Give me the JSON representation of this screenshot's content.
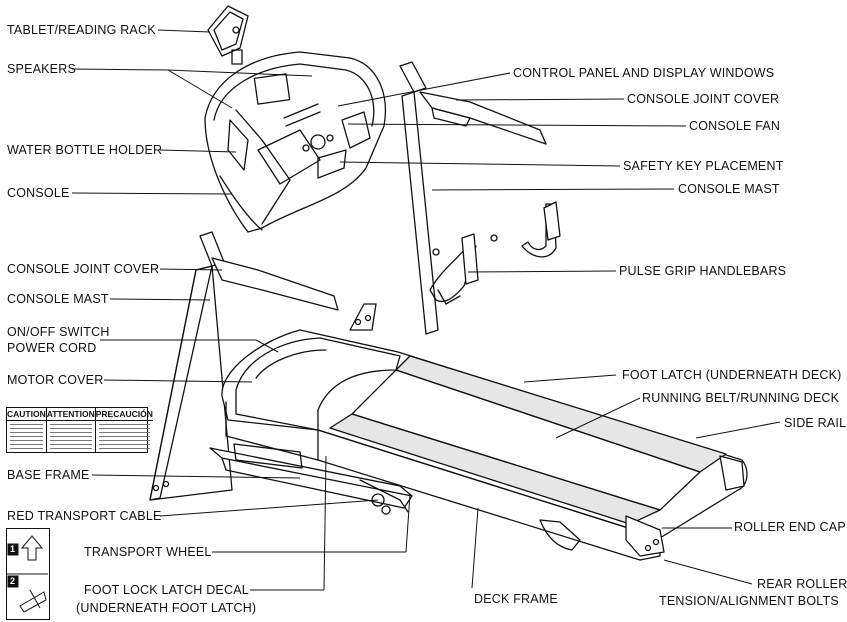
{
  "labels": {
    "tablet_rack": "TABLET/READING RACK",
    "speakers": "SPEAKERS",
    "water_bottle": "WATER BOTTLE HOLDER",
    "console": "CONSOLE",
    "console_joint_cover_left": "CONSOLE JOINT COVER",
    "console_mast_left": "CONSOLE MAST",
    "onoff_switch": "ON/OFF SWITCH",
    "power_cord": "POWER CORD",
    "motor_cover": "MOTOR COVER",
    "base_frame": "BASE FRAME",
    "red_transport_cable": "RED TRANSPORT CABLE",
    "transport_wheel": "TRANSPORT WHEEL",
    "foot_lock_decal": "FOOT LOCK LATCH DECAL",
    "foot_lock_decal_sub": "(UNDERNEATH FOOT LATCH)",
    "control_panel": "CONTROL PANEL AND DISPLAY WINDOWS",
    "console_joint_cover_right": "CONSOLE JOINT COVER",
    "console_fan": "CONSOLE FAN",
    "safety_key": "SAFETY KEY PLACEMENT",
    "console_mast_right": "CONSOLE MAST",
    "pulse_grip": "PULSE GRIP HANDLEBARS",
    "foot_latch": "FOOT LATCH (UNDERNEATH DECK)",
    "running_belt": "RUNNING BELT/RUNNING DECK",
    "side_rail": "SIDE RAIL",
    "roller_end_cap": "ROLLER END CAP",
    "rear_roller": "REAR ROLLER",
    "rear_roller_sub": "TENSION/ALIGNMENT BOLTS",
    "deck_frame": "DECK FRAME"
  },
  "caution_decal": {
    "caution": "CAUTION",
    "attention": "ATTENTION",
    "precaucion": "PRECAUCIÓN"
  },
  "foot_decal_steps": [
    "1",
    "2"
  ]
}
